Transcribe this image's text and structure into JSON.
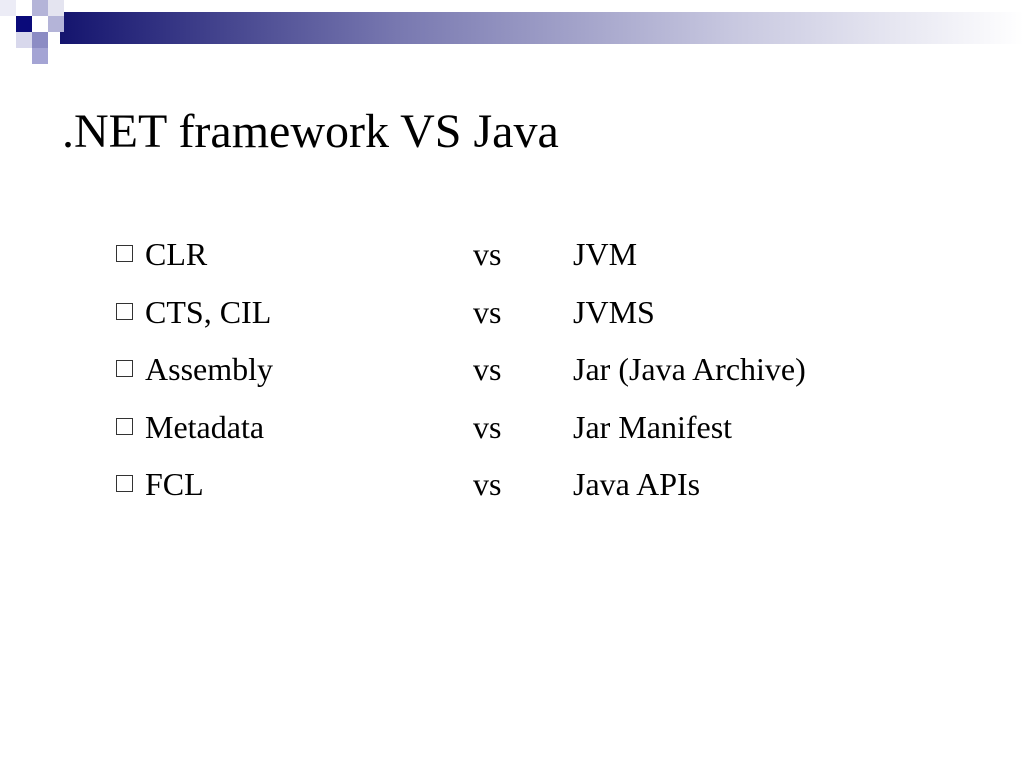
{
  "slide": {
    "title": ".NET framework VS Java",
    "rows": [
      {
        "left": "CLR",
        "connector": "vs",
        "right": "JVM"
      },
      {
        "left": "CTS, CIL",
        "connector": "vs",
        "right": "JVMS"
      },
      {
        "left": "Assembly",
        "connector": "vs",
        "right": "Jar (Java Archive)"
      },
      {
        "left": "Metadata",
        "connector": "vs",
        "right": "Jar Manifest"
      },
      {
        "left": "FCL",
        "connector": "vs",
        "right": "Java APIs"
      }
    ],
    "bullet_icon": "hollow-square-icon"
  },
  "theme": {
    "accent_dark": "#0a0a7a",
    "accent_light": "#a4a4d4",
    "text": "#000000",
    "background": "#ffffff"
  }
}
